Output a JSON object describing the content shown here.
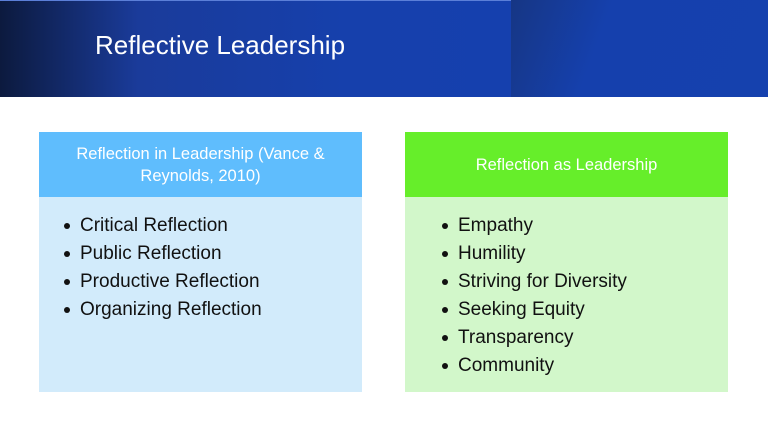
{
  "slide": {
    "title": "Reflective Leadership",
    "colors": {
      "header_blue": "#1540ae",
      "left_header": "#5fbdfd",
      "left_body": "#d2ebfb",
      "right_header": "#66ee2a",
      "right_body": "#d2f7ca"
    }
  },
  "left_card": {
    "heading": "Reflection in Leadership (Vance & Reynolds, 2010)",
    "items": [
      "Critical Reflection",
      "Public Reflection",
      "Productive Reflection",
      "Organizing Reflection"
    ]
  },
  "right_card": {
    "heading": "Reflection as Leadership",
    "items": [
      "Empathy",
      "Humility",
      "Striving for Diversity",
      "Seeking Equity",
      "Transparency",
      "Community"
    ]
  }
}
